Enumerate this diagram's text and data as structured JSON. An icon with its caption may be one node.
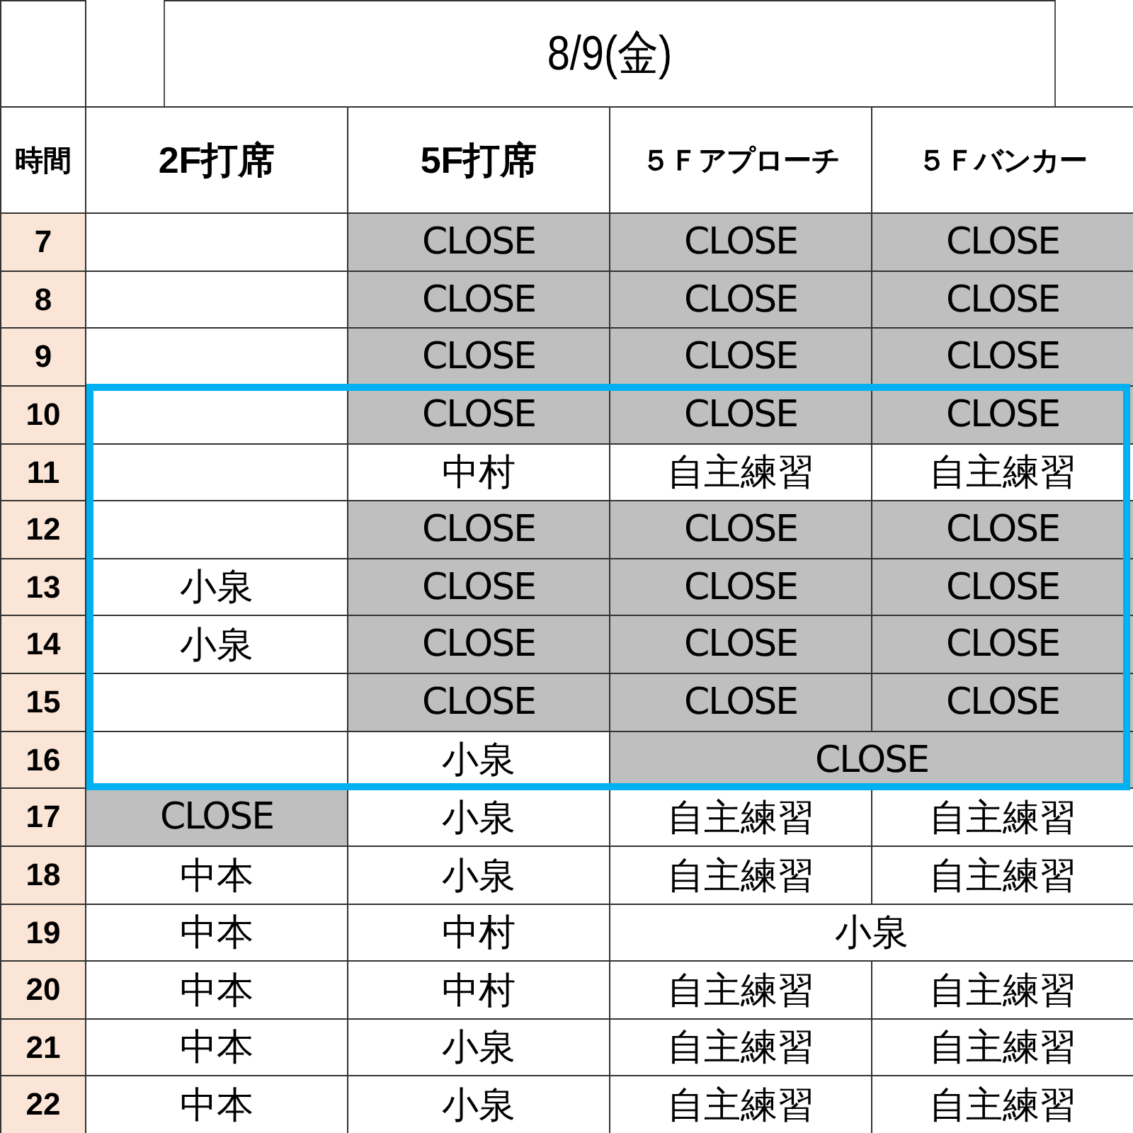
{
  "diagram": {
    "title": "8/9(金)",
    "labels": [
      "時間",
      "2F打席",
      "5F打席",
      "５Ｆアプローチ",
      "５Ｆバンカー",
      "7",
      "CLOSE",
      "CLOSE",
      "CLOSE",
      "8",
      "CLOSE",
      "CLOSE",
      "CLOSE",
      "9",
      "CLOSE",
      "CLOSE",
      "CLOSE",
      "10",
      "CLOSE",
      "CLOSE",
      "CLOSE",
      "11",
      "中村",
      "自主練習",
      "自主練習",
      "12",
      "CLOSE",
      "CLOSE",
      "CLOSE",
      "13",
      "小泉",
      "CLOSE",
      "CLOSE",
      "CLOSE",
      "14",
      "小泉",
      "CLOSE",
      "CLOSE",
      "CLOSE",
      "15",
      "CLOSE",
      "CLOSE",
      "CLOSE",
      "16",
      "小泉",
      "CLOSE",
      "17",
      "CLOSE",
      "小泉",
      "自主練習",
      "自主練習",
      "18",
      "中本",
      "小泉",
      "自主練習",
      "自主練習",
      "19",
      "中本",
      "中村",
      "小泉",
      "20",
      "中本",
      "中村",
      "自主練習",
      "自主練習",
      "21",
      "中本",
      "小泉",
      "自主練習",
      "自主練習",
      "22",
      "中本",
      "小泉",
      "自主練習",
      "自主練習"
    ]
  }
}
